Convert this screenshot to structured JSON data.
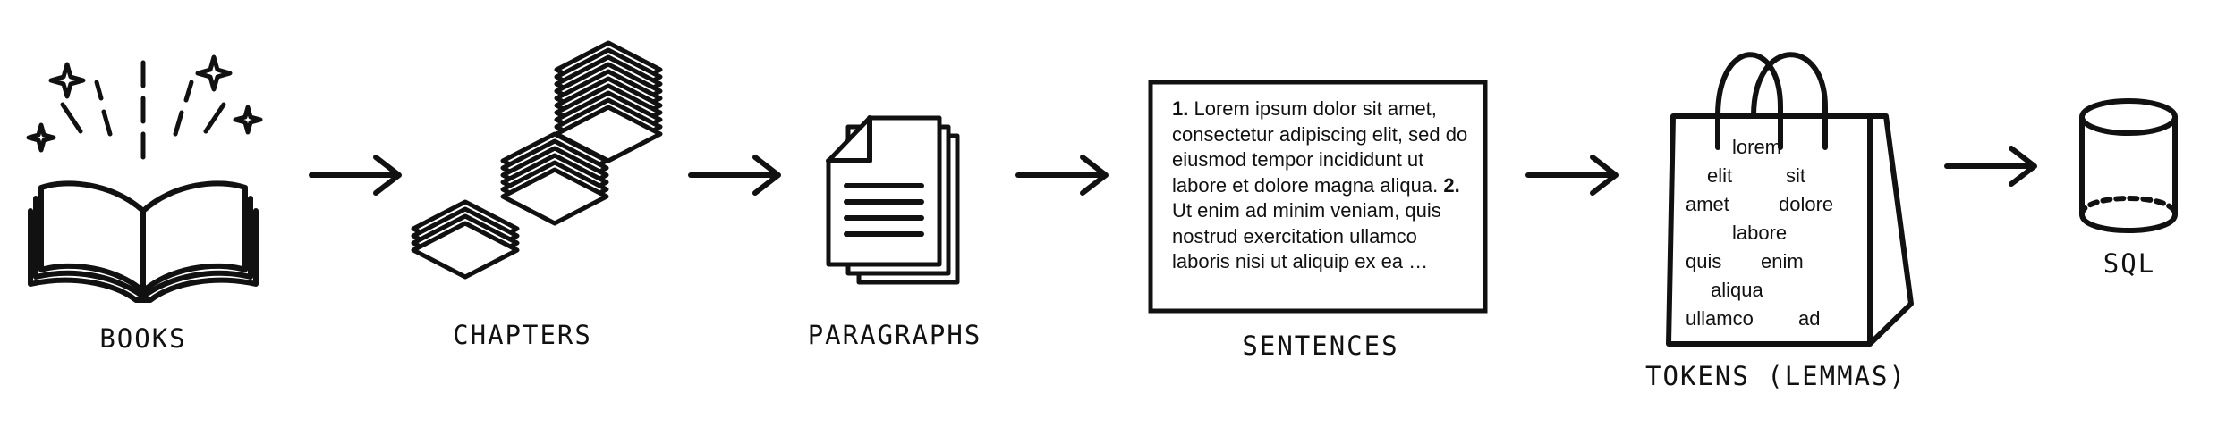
{
  "steps": {
    "books": "BOOKS",
    "chapters": "CHAPTERS",
    "paragraphs": "PARAGRAPHS",
    "sentences": "SENTENCES",
    "tokens": "TOKENS (LEMMAS)",
    "sql": "SQL"
  },
  "sentences_box": {
    "n1": "1.",
    "s1": " Lorem ipsum dolor sit amet, consectetur adipiscing elit, sed do eiusmod tempor incididunt ut labore et dolore magna aliqua. ",
    "n2": "2.",
    "s2": " Ut enim ad minim veniam, quis nostrud exercitation ullamco laboris nisi ut aliquip ex ea …"
  },
  "tokens": {
    "lorem": "lorem",
    "elit": "elit",
    "sit": "sit",
    "amet": "amet",
    "dolore": "dolore",
    "labore": "labore",
    "quis": "quis",
    "enim": "enim",
    "aliqua": "aliqua",
    "ullamco": "ullamco",
    "ad": "ad"
  }
}
